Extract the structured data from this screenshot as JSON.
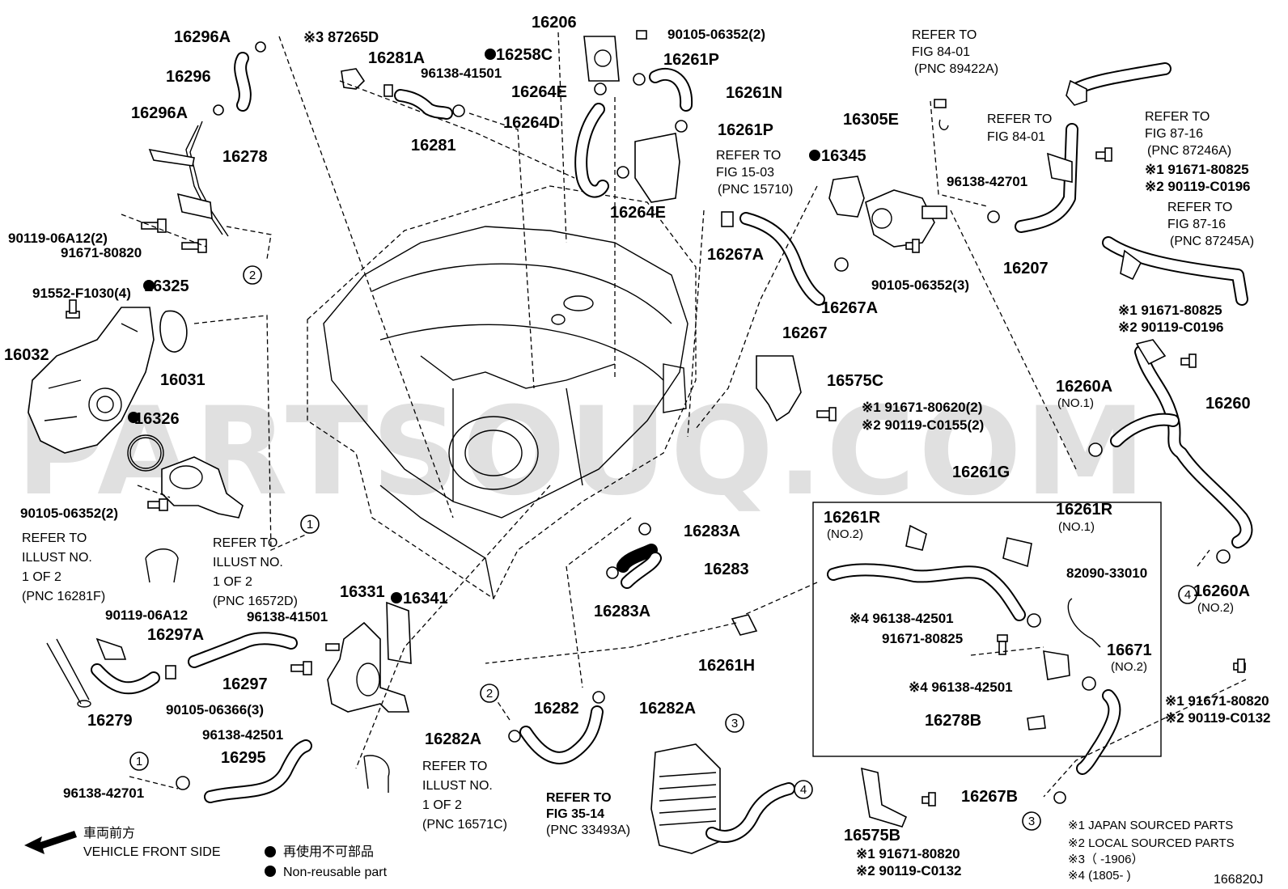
{
  "watermark": "PARTSOUQ.COM",
  "diagram_id": "166820J",
  "parts": [
    {
      "text": "16296A"
    },
    {
      "text": "16296"
    },
    {
      "text": "16296A"
    },
    {
      "text": "16278"
    },
    {
      "text": "90119-06A12(2)"
    },
    {
      "text": "91671-80820"
    },
    {
      "text": "91552-F1030(4)"
    },
    {
      "text": "16325"
    },
    {
      "text": "16032"
    },
    {
      "text": "16031"
    },
    {
      "text": "16326"
    },
    {
      "text": "90105-06352(2)"
    },
    {
      "text": "※3 87265D"
    },
    {
      "text": "16281A"
    },
    {
      "text": "96138-41501"
    },
    {
      "text": "16281"
    },
    {
      "text": "16206"
    },
    {
      "text": "90105-06352(2)"
    },
    {
      "text": "16258C"
    },
    {
      "text": "16261P"
    },
    {
      "text": "16264E"
    },
    {
      "text": "16261N"
    },
    {
      "text": "16264D"
    },
    {
      "text": "16261P"
    },
    {
      "text": "16264E"
    },
    {
      "text": "16305E"
    },
    {
      "text": "16345"
    },
    {
      "text": "16267A"
    },
    {
      "text": "16267A"
    },
    {
      "text": "16267"
    },
    {
      "text": "90105-06352(3)"
    },
    {
      "text": "96138-42701"
    },
    {
      "text": "16207"
    },
    {
      "text": "16575C"
    },
    {
      "text": "※1 91671-80620(2)"
    },
    {
      "text": "※2 90119-C0155(2)"
    },
    {
      "text": "16260A"
    },
    {
      "text": "(NO.1)"
    },
    {
      "text": "16260"
    },
    {
      "text": "16260A"
    },
    {
      "text": "(NO.2)"
    },
    {
      "text": "※1 91671-80825"
    },
    {
      "text": "※2 90119-C0196"
    },
    {
      "text": "※1 91671-80825"
    },
    {
      "text": "※2 90119-C0196"
    },
    {
      "text": "16261G"
    },
    {
      "text": "16261R"
    },
    {
      "text": "(NO.2)"
    },
    {
      "text": "16261R"
    },
    {
      "text": "(NO.1)"
    },
    {
      "text": "82090-33010"
    },
    {
      "text": "※4 96138-42501"
    },
    {
      "text": "91671-80825"
    },
    {
      "text": "16671"
    },
    {
      "text": "(NO.2)"
    },
    {
      "text": "※4 96138-42501"
    },
    {
      "text": "16278B"
    },
    {
      "text": "16261H"
    },
    {
      "text": "16283A"
    },
    {
      "text": "16283"
    },
    {
      "text": "16283A"
    },
    {
      "text": "16331"
    },
    {
      "text": "16341"
    },
    {
      "text": "96138-41501"
    },
    {
      "text": "16297"
    },
    {
      "text": "16297A"
    },
    {
      "text": "90119-06A12"
    },
    {
      "text": "16279"
    },
    {
      "text": "90105-06366(3)"
    },
    {
      "text": "96138-42501"
    },
    {
      "text": "16295"
    },
    {
      "text": "96138-42701"
    },
    {
      "text": "16282"
    },
    {
      "text": "16282A"
    },
    {
      "text": "16282A"
    },
    {
      "text": "16575B"
    },
    {
      "text": "※1 91671-80820"
    },
    {
      "text": "※2 90119-C0132"
    },
    {
      "text": "16267B"
    },
    {
      "text": "※1 91671-80820"
    },
    {
      "text": "※2 90119-C0132"
    }
  ],
  "refs": [
    {
      "lines": [
        "REFER TO",
        "FIG 84-01",
        "(PNC 89422A)"
      ]
    },
    {
      "lines": [
        "REFER TO",
        "FIG 84-01"
      ]
    },
    {
      "lines": [
        "REFER TO",
        "FIG 87-16",
        "(PNC 87246A)"
      ]
    },
    {
      "lines": [
        "REFER TO",
        "FIG 87-16",
        "(PNC 87245A)"
      ]
    },
    {
      "lines": [
        "REFER TO",
        "FIG 15-03",
        "(PNC 15710)"
      ]
    },
    {
      "lines": [
        "REFER TO",
        "ILLUST NO.",
        "1 OF 2",
        "(PNC 16281F)"
      ]
    },
    {
      "lines": [
        "REFER TO",
        "ILLUST NO.",
        "1 OF 2",
        "(PNC 16572D)"
      ]
    },
    {
      "lines": [
        "REFER TO",
        "ILLUST NO.",
        "1 OF 2",
        "(PNC 16571C)"
      ]
    },
    {
      "lines": [
        "REFER TO",
        "FIG 35-14",
        "(PNC 33493A)"
      ]
    }
  ],
  "circles": [
    "1",
    "2",
    "3",
    "4",
    "1",
    "2",
    "3",
    "4"
  ],
  "legend": {
    "vehicle_front_jp": "車両前方",
    "vehicle_front_en": "VEHICLE FRONT SIDE",
    "nonreusable_jp": "再使用不可部品",
    "nonreusable_en": "Non-reusable part",
    "notes": [
      "※1  JAPAN SOURCED PARTS",
      "※2  LOCAL SOURCED PARTS",
      "※3（     -1906）",
      "※4 (1805-     )"
    ]
  }
}
